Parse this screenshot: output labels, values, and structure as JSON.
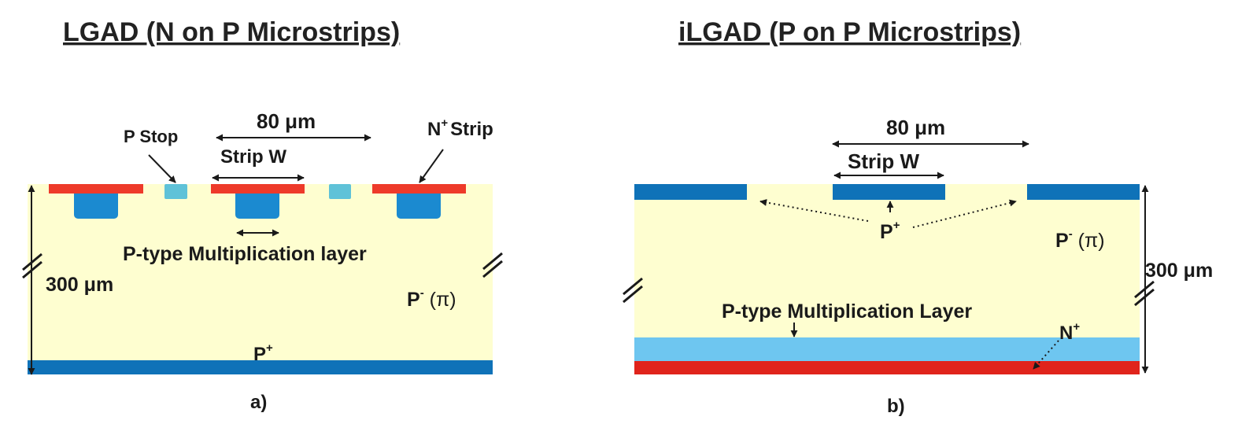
{
  "diagram_a": {
    "title": "LGAD (N on P Microstrips)",
    "pitch_label": "80 μm",
    "strip_width_label": "Strip W",
    "p_stop_label": "P Stop",
    "n_strip_label": "Strip",
    "n_strip_prefix": "N",
    "n_strip_sup": "+",
    "multiplication_label": "P-type Multiplication layer",
    "thickness_label": "300 μm",
    "bulk_label": "P",
    "bulk_sup": "-",
    "bulk_suffix": " (π)",
    "backside_label": "P",
    "backside_sup": "+",
    "caption": "a)"
  },
  "diagram_b": {
    "title": "iLGAD (P on P Microstrips)",
    "pitch_label": "80 μm",
    "strip_width_label": "Strip W",
    "p_plus_label": "P",
    "p_plus_sup": "+",
    "bulk_label": "P",
    "bulk_sup": "-",
    "bulk_suffix": " (π)",
    "thickness_label": "300 μm",
    "multiplication_label": "P-type Multiplication Layer",
    "n_plus_label": "N",
    "n_plus_sup": "+",
    "caption": "b)"
  },
  "colors": {
    "bulk": "#fefed0",
    "n_plus_strip": "#ee3a2a",
    "n_plus_layer": "#e0241c",
    "p_plus": "#0f72b8",
    "implant": "#1b8ad0",
    "p_stop": "#5fc2d8",
    "multiplication_layer": "#6ec6f0"
  }
}
